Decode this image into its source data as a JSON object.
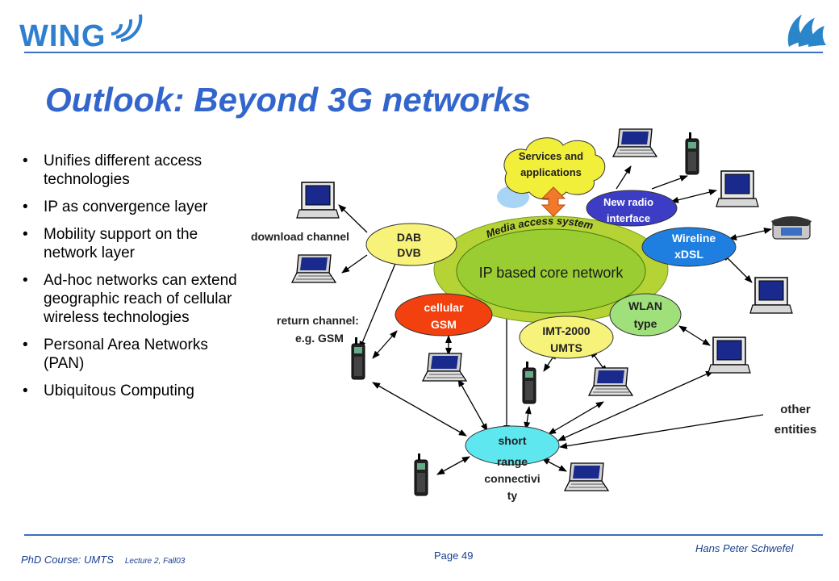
{
  "header": {
    "logo_text": "WING",
    "title": "Outlook: Beyond 3G networks"
  },
  "bullets": [
    "Unifies different access technologies",
    "IP as convergence layer",
    "Mobility support on the network layer",
    "Ad-hoc networks can extend geographic reach of cellular wireless technologies",
    "Personal Area Networks (PAN)",
    "Ubiquitous Computing"
  ],
  "bullet_glyph": "•",
  "diagram": {
    "core": "IP based core network",
    "media_access": "Media access system",
    "services": [
      "Services and",
      "applications"
    ],
    "new_radio": [
      "New radio",
      "interface"
    ],
    "dab": [
      "DAB",
      "DVB"
    ],
    "wireline": [
      "Wireline",
      "xDSL"
    ],
    "cellular": [
      "cellular",
      "GSM"
    ],
    "wlan": [
      "WLAN",
      "type"
    ],
    "imt": [
      "IMT-2000",
      "UMTS"
    ],
    "short_range": [
      "short",
      "range",
      "connectivi",
      "ty"
    ],
    "download_channel": "download channel",
    "return_channel": [
      "return channel:",
      "e.g. GSM"
    ],
    "other_entities": [
      "other",
      "entities"
    ],
    "colors": {
      "core_outer": "#b5d334",
      "core_inner": "#9acd32",
      "services": "#f2ef3a",
      "new_radio": "#3c3cc4",
      "dab": "#f7f37a",
      "wireline": "#1e7fe0",
      "cellular": "#f2400e",
      "wlan": "#9fe07a",
      "imt": "#f7f37a",
      "short_range": "#5fe7f0",
      "arrow_up": "#f07a2a"
    }
  },
  "footer": {
    "course": "PhD Course: UMTS",
    "lecture": "Lecture 2, Fall03",
    "page": "Page 49",
    "author": "Hans  Peter  Schwefel"
  }
}
